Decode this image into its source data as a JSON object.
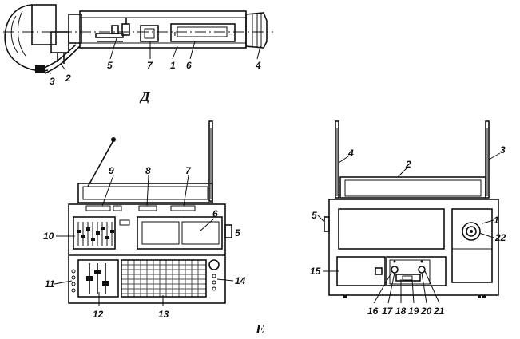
{
  "figure_d": {
    "caption": "Д",
    "callouts": [
      "5",
      "7",
      "1",
      "6",
      "4",
      "3",
      "2"
    ]
  },
  "figure_e_front": {
    "callouts": [
      "9",
      "8",
      "7",
      "6",
      "5",
      "10",
      "11",
      "12",
      "13",
      "14"
    ]
  },
  "figure_e_back": {
    "callouts": [
      "4",
      "2",
      "3",
      "5",
      "1",
      "22",
      "15",
      "16",
      "17",
      "18",
      "19",
      "20",
      "21"
    ]
  },
  "caption_e": "Е"
}
